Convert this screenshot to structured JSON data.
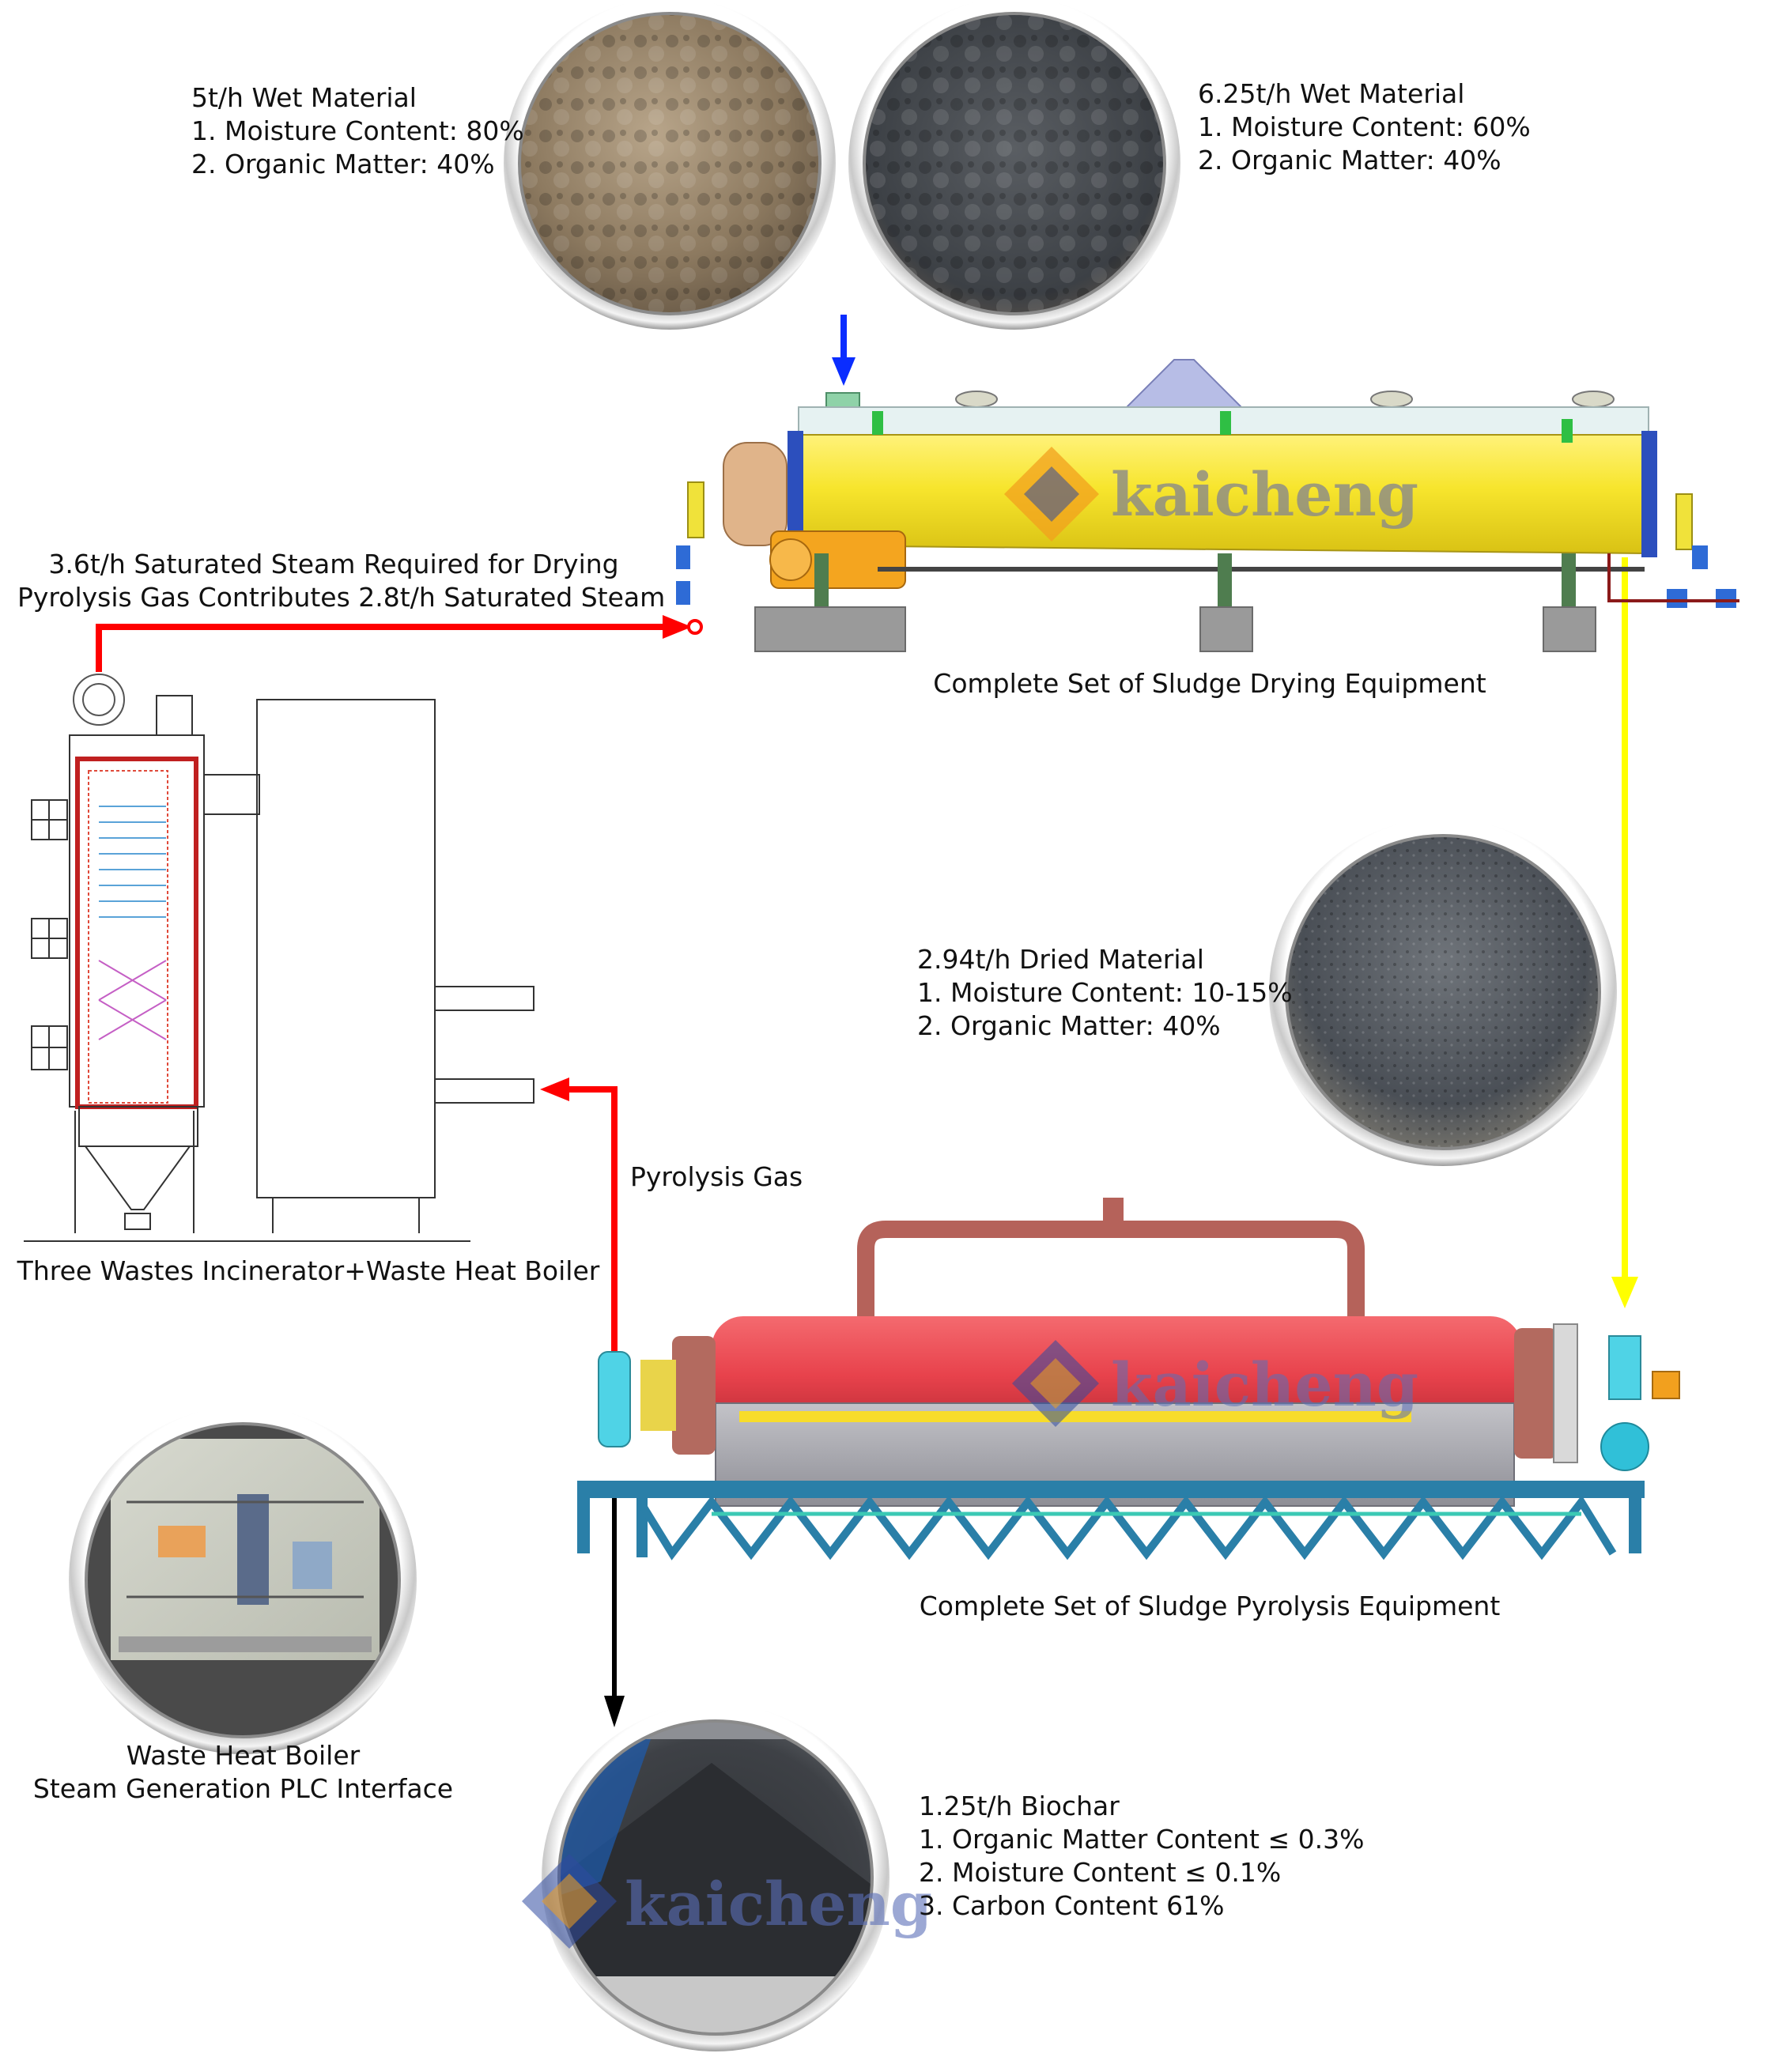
{
  "brand": {
    "logo_text": "kaicheng",
    "colors": {
      "orange": "#f2a01e",
      "blue": "#2f4aa0",
      "gray": "#8a8a8a"
    }
  },
  "colors": {
    "steam_line": "#ff0000",
    "dried_material_line": "#ffff00",
    "biochar_line": "#000000",
    "feed_arrow": "#0a2dff",
    "dryer_body": "#f7e52d",
    "pyrolysis_drum": "#e8424c",
    "pyrolysis_furnace": "#a9a9b0",
    "support_frame": "#2a7fa8"
  },
  "photos": {
    "wet_sludge_80": "wet sludge photo",
    "wet_sludge_60": "dark wet sludge lumps photo",
    "dried_material": "dried granular material photo",
    "plc_interface": "PLC screen photo",
    "biochar": "biochar pile photo"
  },
  "labels": {
    "wet_material_1": {
      "title": "5t/h Wet Material",
      "line1": "1. Moisture Content: 80%",
      "line2": "2. Organic Matter: 40%"
    },
    "wet_material_2": {
      "title": "6.25t/h Wet Material",
      "line1": "1. Moisture Content: 60%",
      "line2": "2. Organic Matter: 40%"
    },
    "steam": {
      "line1": "3.6t/h Saturated Steam Required for Drying",
      "line2": "Pyrolysis Gas Contributes 2.8t/h Saturated Steam"
    },
    "drying_equipment": "Complete Set of Sludge Drying Equipment",
    "dried_material": {
      "title": "2.94t/h Dried Material",
      "line1": "1. Moisture Content: 10-15%",
      "line2": "2. Organic Matter: 40%"
    },
    "pyrolysis_gas": "Pyrolysis Gas",
    "incinerator": "Three Wastes Incinerator+Waste Heat Boiler",
    "pyrolysis_equipment": "Complete Set of Sludge Pyrolysis Equipment",
    "plc": {
      "line1": "Waste Heat Boiler",
      "line2": "Steam Generation PLC Interface"
    },
    "biochar": {
      "title": "1.25t/h Biochar",
      "line1": "1. Organic Matter Content ≤ 0.3%",
      "line2": "2. Moisture Content ≤ 0.1%",
      "line3": "3. Carbon Content 61%"
    }
  }
}
